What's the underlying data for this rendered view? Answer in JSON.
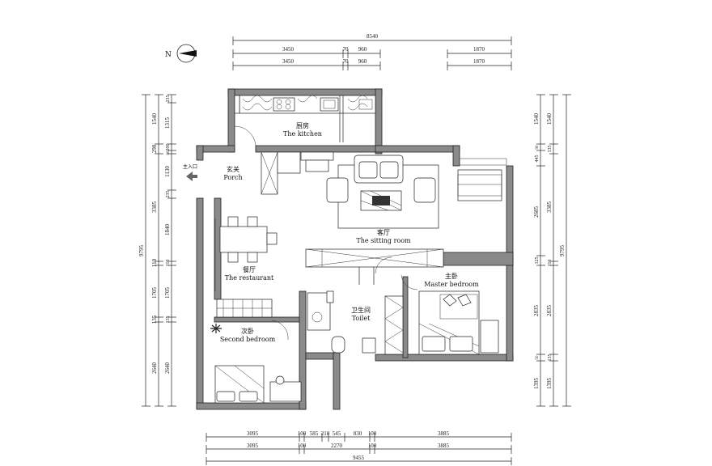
{
  "compass": {
    "label": "N"
  },
  "dims_top": {
    "overall": "8540",
    "row1": [
      "3450",
      "70",
      "960",
      "1870"
    ],
    "row2": [
      "3450",
      "70",
      "960",
      "1870"
    ]
  },
  "dims_bottom": {
    "row1": [
      "3095",
      "100",
      "585",
      "210",
      "545",
      "830",
      "100",
      "3885"
    ],
    "row2": [
      "3095",
      "100",
      "2270",
      "100",
      "3885"
    ],
    "overall": "9455"
  },
  "dims_left": {
    "overall": "9795",
    "outer": [
      "1540",
      "290",
      "3385",
      "110",
      "1705",
      "135",
      "2640"
    ],
    "inner": [
      "235",
      "1315",
      "200",
      "90",
      "1130",
      "235",
      "1840",
      "110",
      "1705",
      "135",
      "2640"
    ]
  },
  "dims_right": {
    "overall": "9795",
    "outer": [
      "1540",
      "135",
      "3385",
      "110",
      "2835",
      "135",
      "1395"
    ],
    "inner": [
      "1540",
      "90",
      "445",
      "2685",
      "125",
      "2835",
      "50",
      "1395"
    ]
  },
  "rooms": {
    "kitchen": {
      "zh": "厨房",
      "en": "The kitchen"
    },
    "porch": {
      "zh": "玄关",
      "en": "Porch"
    },
    "sitting": {
      "zh": "客厅",
      "en": "The sitting room"
    },
    "restaurant": {
      "zh": "餐厅",
      "en": "The restaurant"
    },
    "toilet": {
      "zh": "卫生间",
      "en": "Toilet"
    },
    "master": {
      "zh": "主卧",
      "en": "Master bedroom"
    },
    "second": {
      "zh": "次卧",
      "en": "Second bedroom"
    }
  },
  "entrance": {
    "label": "主入口"
  }
}
